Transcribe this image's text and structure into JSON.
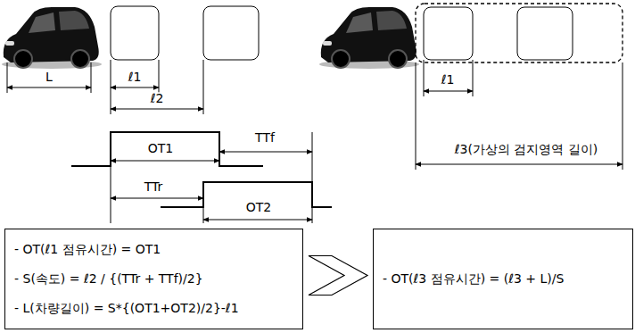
{
  "diagram": {
    "nodes": [
      {
        "text": [
          "- OT(ℓ1 점유시간) = OT1",
          "- S(속도) = ℓ2 / {(TTr + TTf)/2}",
          "- L(차량길이) = S*{(OT1+OT2)/2}-ℓ1"
        ]
      },
      {
        "text": [
          "- OT(ℓ3 점유시간) = (ℓ3 + L)/S"
        ]
      }
    ],
    "edges": [
      {
        "from": 0,
        "to": 1,
        "arrow": "to"
      }
    ],
    "labels": [
      "L",
      "ℓ1",
      "ℓ2",
      "OT1",
      "TTf",
      "TTr",
      "OT2",
      "ℓ1",
      "ℓ3(가상의 검지영역 길이)"
    ]
  }
}
